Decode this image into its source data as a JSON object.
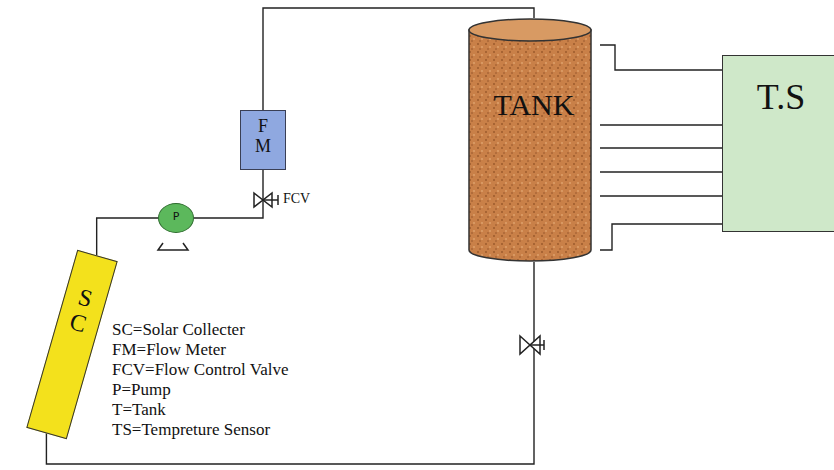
{
  "diagram": {
    "nodes": [
      {
        "text": [
          "TANK"
        ]
      },
      {
        "text": [
          "T.S"
        ]
      },
      {
        "text": [
          "F M"
        ]
      },
      {
        "text": [
          "P"
        ]
      },
      {
        "text": [
          "S C"
        ]
      }
    ],
    "edges": [
      {
        "from": 4,
        "to": 3,
        "arrow": "none"
      },
      {
        "from": 3,
        "to": 2,
        "arrow": "none"
      },
      {
        "from": 2,
        "to": 0,
        "arrow": "none"
      },
      {
        "from": 0,
        "to": 4,
        "arrow": "none"
      },
      {
        "from": 0,
        "to": 1,
        "arrow": "none"
      },
      {
        "from": 0,
        "to": 1,
        "arrow": "none"
      },
      {
        "from": 0,
        "to": 1,
        "arrow": "none"
      },
      {
        "from": 0,
        "to": 1,
        "arrow": "none"
      },
      {
        "from": 0,
        "to": 1,
        "arrow": "none"
      },
      {
        "from": 0,
        "to": 1,
        "arrow": "none"
      }
    ],
    "labels": [
      "FCV",
      "SC=Solar Collecter",
      "FM=Flow Meter",
      "FCV=Flow Control Valve",
      "P=Pump",
      "T=Tank",
      "TS=Tempreture Sensor"
    ]
  }
}
